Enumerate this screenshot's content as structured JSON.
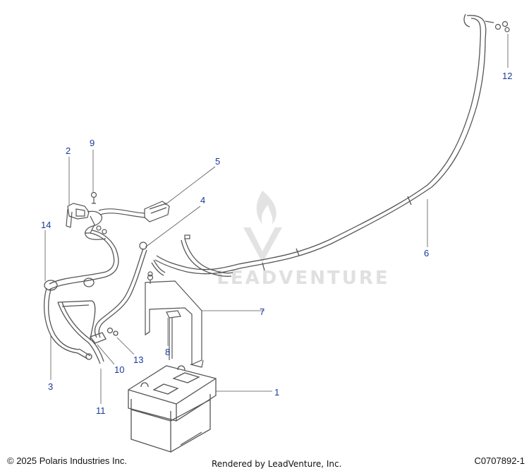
{
  "diagram": {
    "callouts": [
      {
        "id": "callout-1",
        "label": "1"
      },
      {
        "id": "callout-2",
        "label": "2"
      },
      {
        "id": "callout-3",
        "label": "3"
      },
      {
        "id": "callout-4",
        "label": "4"
      },
      {
        "id": "callout-5",
        "label": "5"
      },
      {
        "id": "callout-6",
        "label": "6"
      },
      {
        "id": "callout-7",
        "label": "7"
      },
      {
        "id": "callout-8",
        "label": "8"
      },
      {
        "id": "callout-9",
        "label": "9"
      },
      {
        "id": "callout-10",
        "label": "10"
      },
      {
        "id": "callout-11",
        "label": "11"
      },
      {
        "id": "callout-12",
        "label": "12"
      },
      {
        "id": "callout-13",
        "label": "13"
      },
      {
        "id": "callout-14",
        "label": "14"
      }
    ],
    "watermark": "LEADVENTURE",
    "colors": {
      "callout": "#1a3a9a",
      "line": "#555555",
      "watermark": "#d8d8d8"
    }
  },
  "footer": {
    "copyright": "© 2025 Polaris Industries Inc.",
    "rendered_by": "Rendered by LeadVenture, Inc.",
    "diagram_id": "C0707892-1"
  }
}
